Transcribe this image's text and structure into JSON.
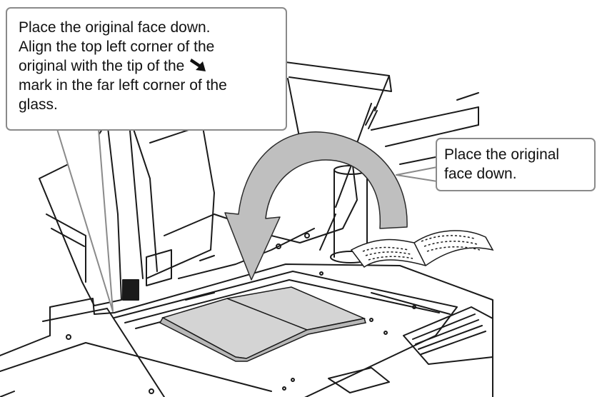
{
  "callouts": {
    "main": {
      "lines": [
        "Place the original face down.",
        "Align the top left corner of the",
        "original with the tip of the",
        "mark in the far left corner of the",
        "glass."
      ],
      "inline_icon": "corner-arrow-icon"
    },
    "side": {
      "lines": [
        "Place the original",
        "face down."
      ]
    }
  },
  "icons": [
    "corner-arrow-icon",
    "rotate-arrow-icon",
    "open-book-icon",
    "document-on-glass-icon"
  ],
  "colors": {
    "callout_border": "#8a8a8a",
    "arrow_fill": "#bfbfbf",
    "document_fill": "#d4d4d4",
    "line_art": "#1a1a1a"
  }
}
